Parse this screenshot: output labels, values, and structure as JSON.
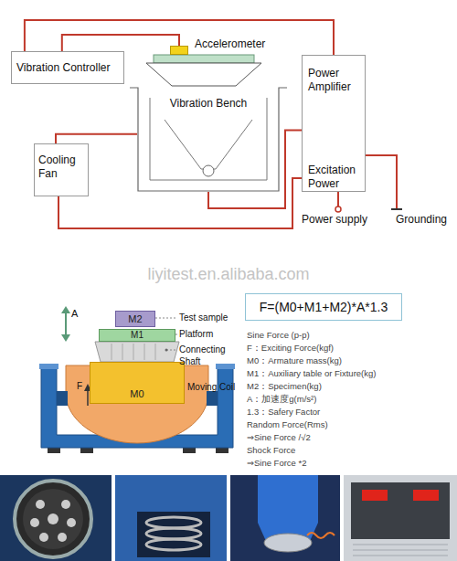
{
  "diagram": {
    "nodes": [
      {
        "text": [
          "Vibration Controller"
        ]
      },
      {
        "text": [
          "Power Amplifier",
          "Excitation Power"
        ]
      },
      {
        "text": [
          "Vibration Bench"
        ]
      },
      {
        "text": [
          "Accelerometer"
        ]
      },
      {
        "text": [
          "Cooling Fan"
        ]
      },
      {
        "text": [
          "F=(M0+M1+M2)*A*1.3"
        ]
      },
      {
        "text": [
          "M2"
        ]
      },
      {
        "text": [
          "M1"
        ]
      },
      {
        "text": [
          "M0"
        ]
      }
    ],
    "edges": [
      {
        "from": 0,
        "to": 3,
        "arrow": "none"
      },
      {
        "from": 0,
        "to": 1,
        "arrow": "none"
      },
      {
        "from": 1,
        "to": 2,
        "arrow": "none"
      },
      {
        "from": 4,
        "to": 2,
        "arrow": "none"
      },
      {
        "from": 4,
        "to": 1,
        "arrow": "none"
      }
    ],
    "labels": [
      "Power supply",
      "Grounding",
      "liyitest.en.alibaba.com",
      "A",
      "Test sample",
      "Platform",
      "Connecting Shaft",
      "F",
      "Moving Coil",
      "Sine Force (p-p)",
      "F：Exciting Force(kgf)",
      "M0：Armature mass(kg)",
      "M1：Auxiliary table or Fixture(kg)",
      "M2：Specimen(kg)",
      "A：加速度g(m/s²)",
      "1.3：Safery Factor",
      "Random Force(Rms)",
      "⇒Sine Force /√2",
      "Shock Force",
      "⇒Sine Force *2"
    ]
  }
}
